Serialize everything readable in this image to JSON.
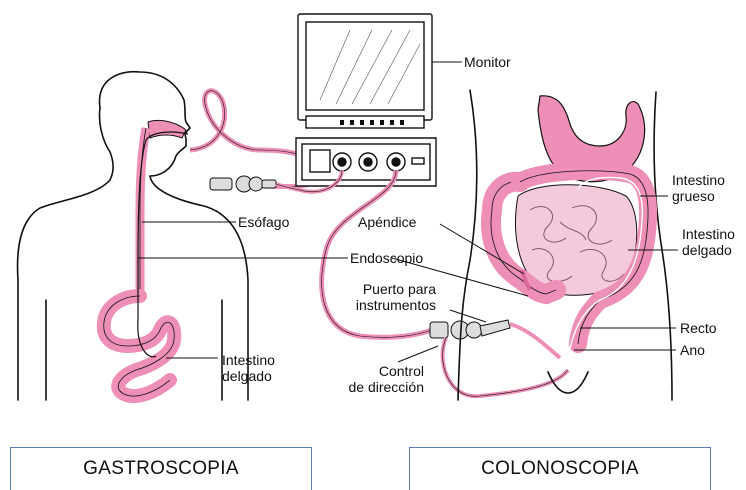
{
  "labels": {
    "monitor": "Monitor",
    "esofago": "Esófago",
    "endoscopio": "Endoscopio",
    "apendice": "Apéndice",
    "puerto_line1": "Puerto para",
    "puerto_line2": "instrumentos",
    "control_line1": "Control",
    "control_line2": "de dirección",
    "intestino_delgado_left_line1": "Intestino",
    "intestino_delgado_left_line2": "delgado",
    "intestino_grueso_line1": "Intestino",
    "intestino_grueso_line2": "grueso",
    "intestino_delgado_right_line1": "Intestino",
    "intestino_delgado_right_line2": "delgado",
    "recto": "Recto",
    "ano": "Ano"
  },
  "captions": {
    "left": "GASTROSCOPIA",
    "right": "COLONOSCOPIA"
  },
  "colors": {
    "organ_pink": "#ee8fb8",
    "organ_pink_dark": "#d9689c",
    "intestine_light": "#f3c9dc",
    "caption_border": "#5b7fb5",
    "line": "#111111"
  }
}
